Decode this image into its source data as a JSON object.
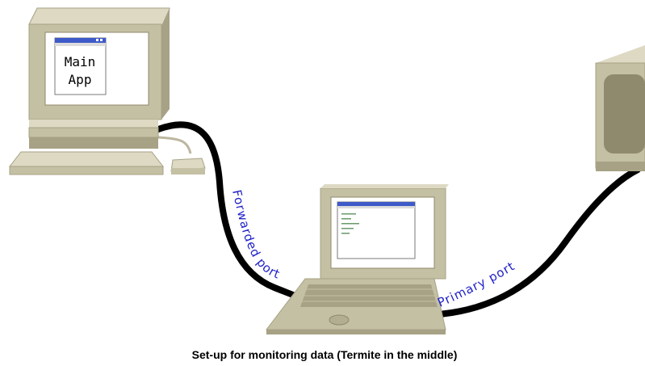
{
  "diagram": {
    "caption": "Set-up for monitoring data (Termite in the middle)",
    "desktop_screen_text": [
      "Main",
      "App"
    ],
    "cable_labels": {
      "forwarded": "Forwarded port",
      "primary": "Primary port"
    },
    "colors": {
      "beige_light": "#ddd9c3",
      "beige": "#c4c0a3",
      "beige_dark": "#a7a285",
      "cable": "#000000",
      "label": "#2121c8",
      "window_title": "#3d5ac8"
    }
  }
}
